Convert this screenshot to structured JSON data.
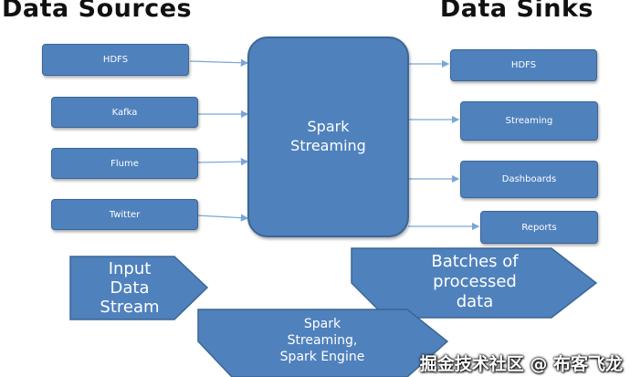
{
  "headings": {
    "sources": "Data Sources",
    "sinks": "Data Sinks"
  },
  "sources": [
    "HDFS",
    "Kafka",
    "Flume",
    "Twitter"
  ],
  "engine": {
    "line1": "Spark",
    "line2": "Streaming"
  },
  "sinks": [
    "HDFS",
    "Streaming",
    "Dashboards",
    "Reports"
  ],
  "flow": {
    "input": [
      "Input",
      "Data",
      "Stream"
    ],
    "batches": [
      "Batches of",
      "processed",
      "data"
    ],
    "engine": [
      "Spark",
      "Streaming,",
      "Spark Engine"
    ]
  },
  "watermark": "掘金技术社区 @ 布客飞龙",
  "colors": {
    "box_fill": "#4f81bd",
    "box_border": "#3b6696",
    "connector": "#7aa6d6"
  }
}
